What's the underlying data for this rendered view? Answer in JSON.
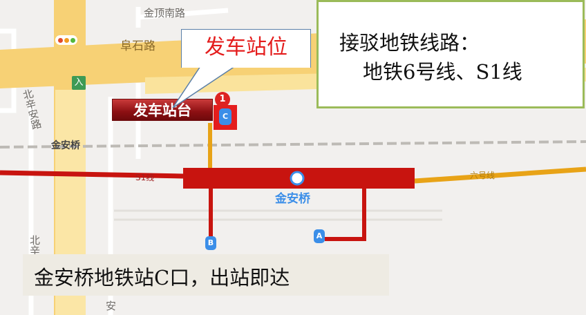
{
  "map": {
    "roads": {
      "jinding_south": "金顶南路",
      "fushi": "阜石路",
      "beixinan_top": "北辛安路",
      "beixinan_bottom": "北辛",
      "an_fragment": "安",
      "jinanqiao_road": "金安桥"
    },
    "lines": {
      "s1_label": "S1线",
      "line6_label": "六号线",
      "s1_color": "#c8140f",
      "line6_color": "#e8a317"
    },
    "station": {
      "name": "金安桥",
      "exits": [
        "A",
        "B",
        "C"
      ],
      "badge": "1"
    },
    "icons": [
      "traffic-light-icon",
      "entrance-icon",
      "subway-station-icon"
    ],
    "entrance_glyph": "入"
  },
  "callout": {
    "text": "发车站位"
  },
  "platform_banner": {
    "text": "发车站台"
  },
  "info_box": {
    "title": "接驳地铁线路：",
    "lines": "地铁6号线、S1线",
    "border_color": "#9bbb59"
  },
  "caption": {
    "text": "金安桥地铁站C口，出站即达"
  }
}
